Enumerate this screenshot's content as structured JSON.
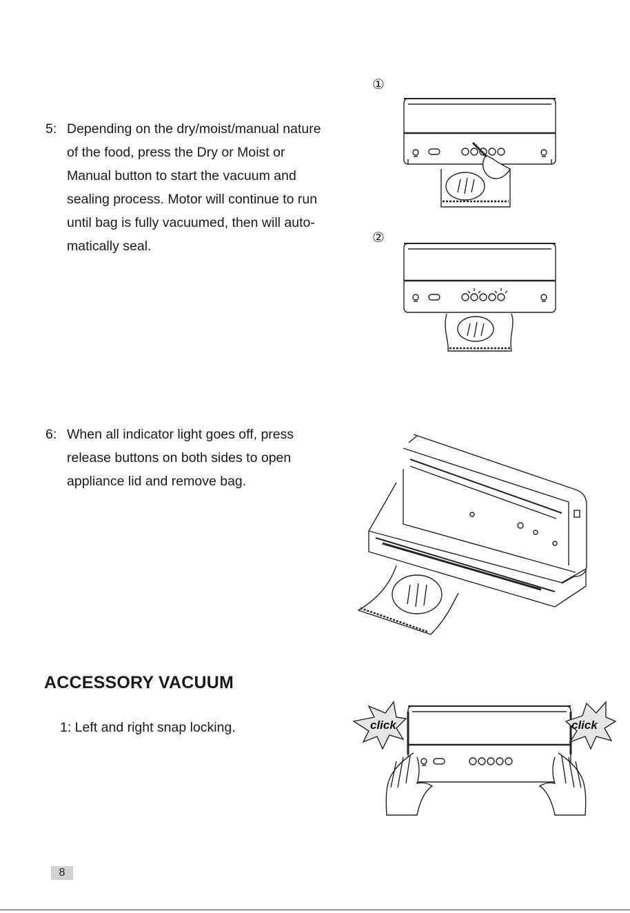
{
  "step5": {
    "number": "5:",
    "lines": [
      "Depending on the dry/moist/manual nature",
      "of the food, press the Dry or Moist or",
      "Manual button to start the vacuum and",
      "sealing process. Motor will continue to run",
      "until bag is fully vacuumed, then will auto-",
      "matically seal."
    ]
  },
  "figures": {
    "marker1": "①",
    "marker2": "②",
    "click_left": "click",
    "click_right": "click"
  },
  "step6": {
    "number": "6:",
    "lines": [
      "When all indicator light goes off, press",
      "release buttons on both sides to open",
      "appliance lid and remove bag."
    ]
  },
  "accessory": {
    "title": "ACCESSORY VACUUM",
    "step1": "1: Left and right snap locking."
  },
  "page_number": "8"
}
